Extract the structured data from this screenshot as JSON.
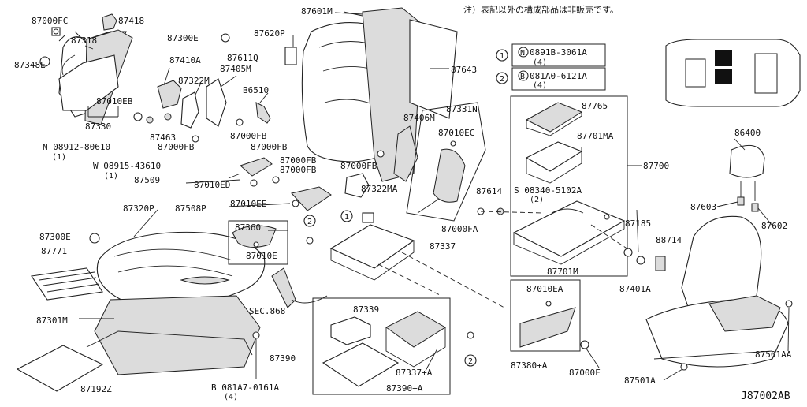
{
  "note": "注）表記以外の構成部品は非販売です。",
  "diagram_id": "J87002AB",
  "callouts": {
    "c1": "1",
    "c2": "2",
    "c2b": "2",
    "c2c": "2",
    "c1b": "1"
  },
  "legend": {
    "item1": "1",
    "item1_prefix": "N",
    "item1_part": "0891B-3061A",
    "item1_qty": "(4)",
    "item2": "2",
    "item2_prefix": "B",
    "item2_part": "081A0-6121A",
    "item2_qty": "(4)"
  },
  "labels": {
    "p87000FC": "87000FC",
    "p87418": "87418",
    "p87318": "87318",
    "p87348E": "87348E",
    "p87010EB": "87010EB",
    "p87330": "87330",
    "p08912": "N 08912-80610",
    "p08912q": "(1)",
    "p08915": "W 08915-43610",
    "p08915q": "(1)",
    "p87300E_top": "87300E",
    "p87410A": "87410A",
    "p87322M": "87322M",
    "p87463": "87463",
    "p87000FB_a": "87000FB",
    "p87405M": "87405M",
    "p87611Q": "87611Q",
    "p86510": "B6510",
    "p87000FB_b": "87000FB",
    "p87000FB_c": "87000FB",
    "p87620P": "87620P",
    "p87601M": "87601M",
    "p87643": "87643",
    "p87406M": "87406M",
    "p87000FB_d": "87000FB",
    "p87000FB_e": "87000FB",
    "p87000FB_f": "87000FB",
    "p87322MA": "87322MA",
    "p87509": "87509",
    "p87010ED": "87010ED",
    "p87508P": "87508P",
    "p87010EE": "87010EE",
    "p87320P": "87320P",
    "p87300E_mid": "87300E",
    "p87771": "87771",
    "p87360": "87360",
    "p87010E": "87010E",
    "p87301M": "87301M",
    "p87192Z": "87192Z",
    "p081A7": "B 081A7-0161A",
    "p081A7q": "(4)",
    "pSEC868": "SEC.868",
    "p87337": "87337",
    "p87339": "87339",
    "p87390": "87390",
    "p87337A": "87337+A",
    "p87390A": "87390+A",
    "p87331N": "87331N",
    "p87010EC": "87010EC",
    "p87614": "87614",
    "p87000FA": "87000FA",
    "p87765": "87765",
    "p87701MA": "87701MA",
    "p87700": "87700",
    "p08340": "S 08340-5102A",
    "p08340q": "(2)",
    "p87701M": "87701M",
    "p87185": "87185",
    "p88714": "88714",
    "p87401A": "87401A",
    "p87010EA": "87010EA",
    "p87380A": "87380+A",
    "p87000F": "87000F",
    "p86400": "86400",
    "p87603": "87603",
    "p87602": "87602",
    "p87501AA": "87501AA",
    "p87501A": "87501A"
  }
}
